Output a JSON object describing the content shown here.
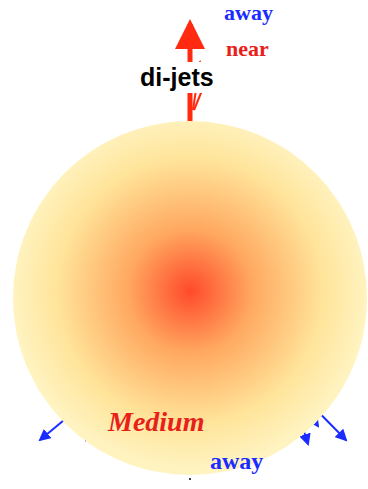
{
  "diagram": {
    "nodes": [
      {
        "text": [
          "Medium"
        ]
      }
    ],
    "labels": [
      "away",
      "near",
      "di-jets",
      "away"
    ]
  }
}
